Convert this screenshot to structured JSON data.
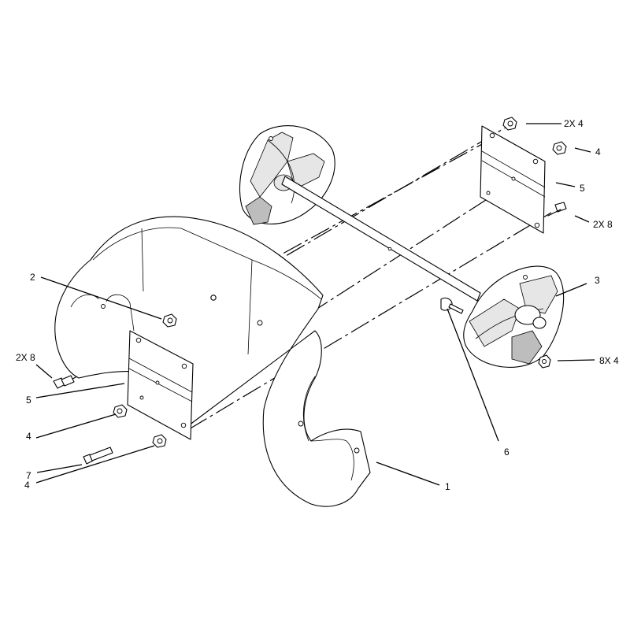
{
  "callouts": {
    "c1": "1",
    "c2": "2",
    "c3": "3",
    "c4_top_right_a": "2X 4",
    "c4_top_right_b": "4",
    "c5_right": "5",
    "c8_right": "2X 8",
    "c8x4": "8X 4",
    "c6": "6",
    "c2x8_left": "2X 8",
    "c5_left": "5",
    "c4_left_upper": "4",
    "c7": "7",
    "c4_left_lower": "4"
  }
}
